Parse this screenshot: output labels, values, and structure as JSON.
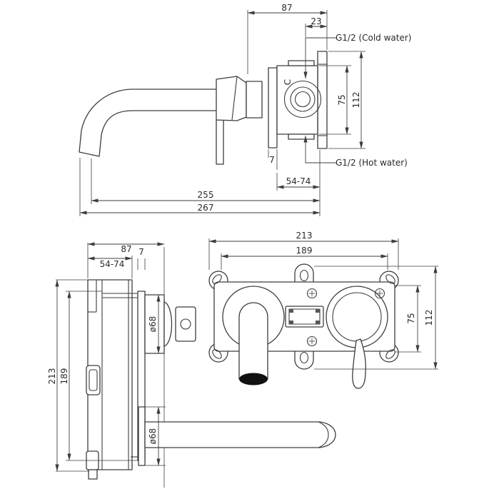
{
  "colors": {
    "background": "#ffffff",
    "line": "#3d3d3d",
    "text": "#2a2a2a",
    "spout_opening": "#111111"
  },
  "views": {
    "top": {
      "dim_87": "87",
      "dim_23": "23",
      "cold_label": "G1/2 (Cold water)",
      "hot_label": "G1/2 (Hot water)",
      "dim_75": "75",
      "dim_112": "112",
      "dim_7": "7",
      "dim_54_74": "54-74",
      "dim_255": "255",
      "dim_267": "267",
      "port_letter": "C"
    },
    "side": {
      "dim_87": "87",
      "dim_7": "7",
      "dim_54_74": "54-74",
      "dim_213": "213",
      "dim_189": "189",
      "dim_d68_handle": "ø68",
      "dim_d68_spout": "ø68"
    },
    "front": {
      "dim_213": "213",
      "dim_189": "189",
      "dim_75": "75",
      "dim_112": "112"
    }
  }
}
